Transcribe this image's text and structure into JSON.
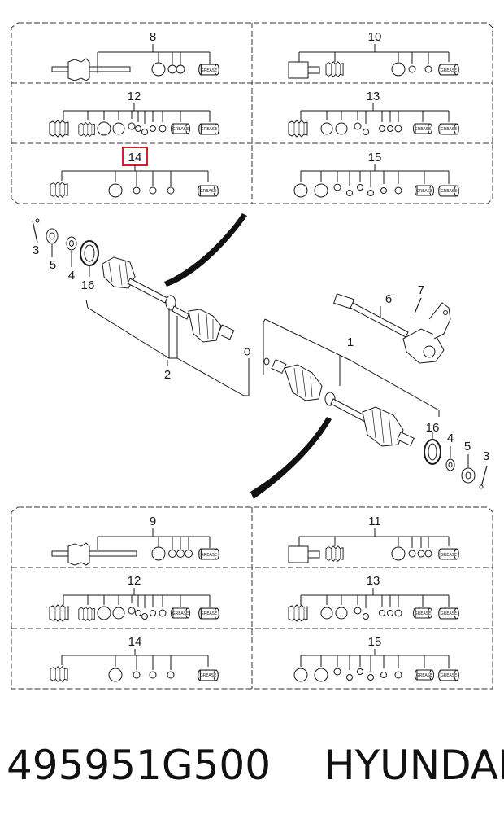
{
  "kit_panels_top": [
    {
      "label": "8"
    },
    {
      "label": "10"
    },
    {
      "label": "12"
    },
    {
      "label": "13"
    },
    {
      "label": "14"
    },
    {
      "label": "15"
    }
  ],
  "kit_panels_bottom": [
    {
      "label": "9"
    },
    {
      "label": "11"
    },
    {
      "label": "12"
    },
    {
      "label": "13"
    },
    {
      "label": "14"
    },
    {
      "label": "15"
    }
  ],
  "highlighted_callout": "14",
  "grease_label": "GREASE",
  "callouts_left": {
    "bolt": "3",
    "nut": "5",
    "washer": "4",
    "tone_ring": "16",
    "shaft": "2"
  },
  "callouts_right": {
    "shaft": "1",
    "bearing_shaft": "6",
    "bolt_top": "7",
    "tone_ring": "16",
    "washer": "4",
    "nut": "5",
    "bolt": "3"
  },
  "caption": {
    "part_number": "495951G500",
    "brand": "HYUNDAI"
  },
  "colors": {
    "line": "#1a1a1a",
    "highlight": "#d0202a",
    "panel_border": "#333333"
  }
}
